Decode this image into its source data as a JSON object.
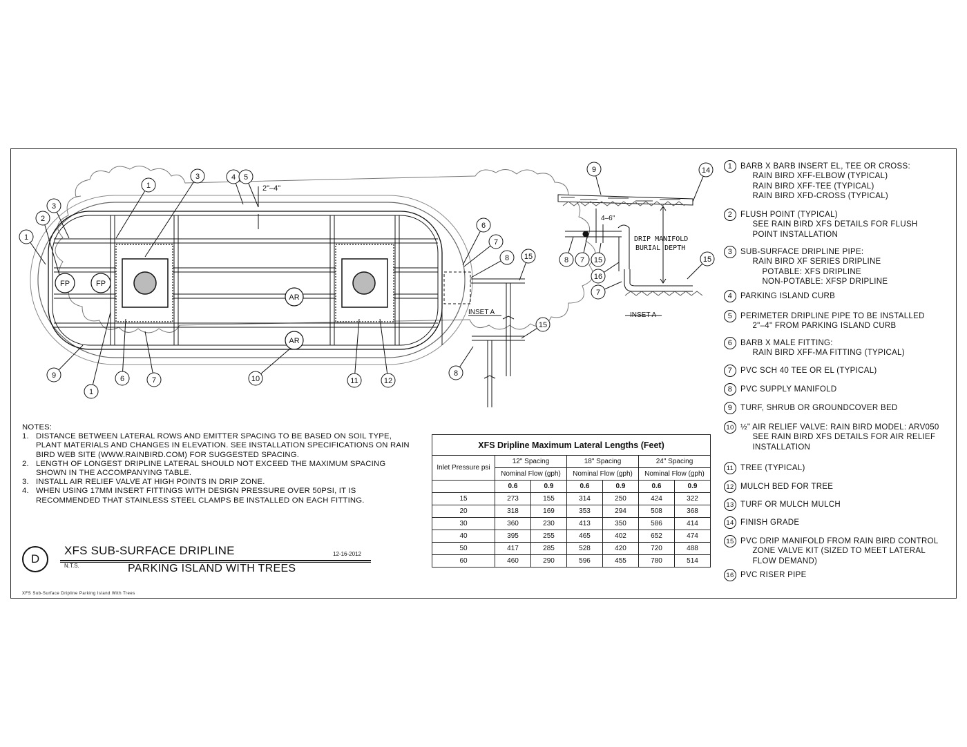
{
  "callouts_main": [
    "1",
    "2",
    "3",
    "1",
    "3",
    "4",
    "5",
    "6",
    "7",
    "8",
    "15",
    "15",
    "8",
    "9",
    "6",
    "7",
    "1",
    "10",
    "11",
    "12"
  ],
  "dim_curb": "2\"–4\"",
  "labels": {
    "fp": "FP",
    "ar": "AR",
    "inset_a": "INSET A"
  },
  "inset": {
    "callouts": [
      "9",
      "14",
      "8",
      "7",
      "15",
      "15",
      "16",
      "7"
    ],
    "dim": "4–6\"",
    "text1": "DRIP MANIFOLD",
    "text2": "BURIAL DEPTH",
    "title": "INSET A"
  },
  "notes": {
    "heading": "NOTES:",
    "items": [
      {
        "num": "1.",
        "text": "DISTANCE BETWEEN LATERAL ROWS AND EMITTER SPACING TO BE BASED ON SOIL TYPE, PLANT MATERIALS AND CHANGES IN ELEVATION. SEE INSTALLATION SPECIFICATIONS ON RAIN BIRD WEB SITE (WWW.RAINBIRD.COM) FOR SUGGESTED SPACING."
      },
      {
        "num": "2.",
        "text": "LENGTH OF LONGEST DRIPLINE LATERAL SHOULD NOT EXCEED THE MAXIMUM SPACING SHOWN IN THE ACCOMPANYING TABLE."
      },
      {
        "num": "3.",
        "text": "INSTALL AIR RELIEF VALVE AT HIGH POINTS IN DRIP ZONE."
      },
      {
        "num": "4.",
        "text": "WHEN USING 17MM INSERT FITTINGS WITH DESIGN PRESSURE OVER 50PSI, IT IS RECOMMENDED THAT STAINLESS STEEL CLAMPS BE INSTALLED ON EACH FITTING."
      }
    ]
  },
  "title_block": {
    "letter": "D",
    "title": "XFS SUB-SURFACE DRIPLINE",
    "scale": "N.T.S.",
    "subtitle": "PARKING ISLAND WITH TREES",
    "date": "12-16-2012"
  },
  "footer": "XFS Sub-Surface Dripline Parking Island With Trees",
  "table": {
    "title": "XFS Dripline Maximum Lateral Lengths (Feet)",
    "inlet_header": "Inlet Pressure psi",
    "spacings": [
      "12\" Spacing",
      "18\" Spacing",
      "24\" Spacing"
    ],
    "flow_header": "Nominal Flow (gph)",
    "flows": [
      "0.6",
      "0.9",
      "0.6",
      "0.9",
      "0.6",
      "0.9"
    ],
    "rows": [
      [
        "15",
        "273",
        "155",
        "314",
        "250",
        "424",
        "322"
      ],
      [
        "20",
        "318",
        "169",
        "353",
        "294",
        "508",
        "368"
      ],
      [
        "30",
        "360",
        "230",
        "413",
        "350",
        "586",
        "414"
      ],
      [
        "40",
        "395",
        "255",
        "465",
        "402",
        "652",
        "474"
      ],
      [
        "50",
        "417",
        "285",
        "528",
        "420",
        "720",
        "488"
      ],
      [
        "60",
        "460",
        "290",
        "596",
        "455",
        "780",
        "514"
      ]
    ]
  },
  "legend": [
    {
      "num": "1",
      "text": "BARB X BARB INSERT EL, TEE OR CROSS:\n     RAIN BIRD XFF-ELBOW (TYPICAL)\n     RAIN BIRD XFF-TEE (TYPICAL)\n     RAIN BIRD XFD-CROSS (TYPICAL)"
    },
    {
      "num": "2",
      "text": "FLUSH POINT (TYPICAL)\n     SEE RAIN BIRD XFS DETAILS FOR FLUSH\n     POINT INSTALLATION"
    },
    {
      "num": "3",
      "text": "SUB-SURFACE DRIPLINE PIPE:\n     RAIN BIRD XF SERIES DRIPLINE\n         POTABLE: XFS DRIPLINE\n         NON-POTABLE: XFSP DRIPLINE"
    },
    {
      "num": "4",
      "text": "PARKING ISLAND CURB"
    },
    {
      "num": "5",
      "text": "PERIMETER DRIPLINE PIPE TO BE INSTALLED\n     2\"–4\" FROM PARKING ISLAND CURB"
    },
    {
      "num": "6",
      "text": "BARB X MALE FITTING:\n     RAIN BIRD XFF-MA FITTING (TYPICAL)"
    },
    {
      "num": "7",
      "text": "PVC SCH 40 TEE OR EL (TYPICAL)"
    },
    {
      "num": "8",
      "text": "PVC SUPPLY MANIFOLD"
    },
    {
      "num": "9",
      "text": "TURF, SHRUB OR GROUNDCOVER BED"
    },
    {
      "num": "10",
      "text": "½\" AIR RELIEF VALVE: RAIN BIRD MODEL: ARV050\n     SEE RAIN BIRD XFS DETAILS FOR AIR RELIEF\n     INSTALLATION"
    },
    {
      "num": "11",
      "text": "TREE (TYPICAL)"
    },
    {
      "num": "12",
      "text": "MULCH BED FOR TREE"
    },
    {
      "num": "13",
      "text": "TURF OR MULCH MULCH"
    },
    {
      "num": "14",
      "text": "FINISH GRADE"
    },
    {
      "num": "15",
      "text": "PVC DRIP MANIFOLD FROM RAIN BIRD CONTROL\n     ZONE VALVE KIT (SIZED TO MEET LATERAL\n     FLOW DEMAND)"
    },
    {
      "num": "16",
      "text": "PVC RISER PIPE"
    }
  ]
}
